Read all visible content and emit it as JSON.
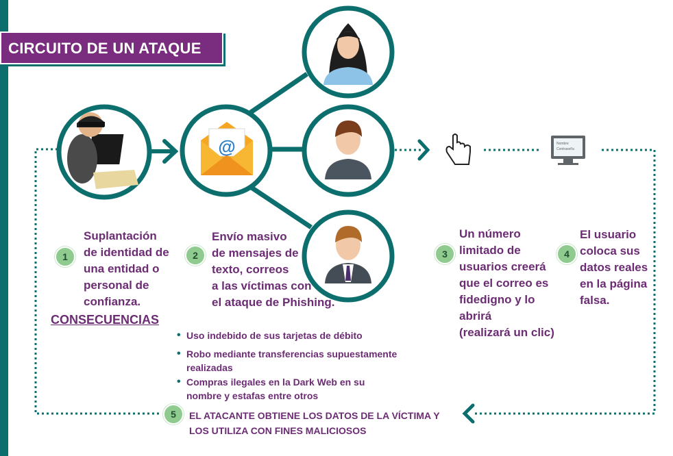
{
  "title": "CIRCUITO DE UN ATAQUE",
  "colors": {
    "teal": "#0d6e6e",
    "purple": "#7a2d7e",
    "text": "#6c2c74",
    "badge": "#8fca8f"
  },
  "icons": [
    "hacker-icon",
    "email-icon",
    "woman-icon",
    "man-icon",
    "businessman-icon",
    "pointer-hand-icon",
    "monitor-icon"
  ],
  "screen_text": [
    "Nombre",
    "Contraseña"
  ],
  "steps": [
    {
      "number": "1",
      "lines": [
        "Suplantación",
        "de identidad de",
        "una entidad o",
        "personal de",
        "confianza."
      ]
    },
    {
      "number": "2",
      "lines": [
        "Envío masivo",
        "de mensajes de",
        "texto, correos",
        "a las víctimas con",
        "el ataque de Phishing."
      ]
    },
    {
      "number": "3",
      "lines": [
        "Un número",
        "limitado de",
        "usuarios creerá",
        "que el correo es",
        "fidedigno y lo",
        "abrirá",
        "(realizará un clic)"
      ]
    },
    {
      "number": "4",
      "lines": [
        "El usuario",
        "coloca sus",
        "datos reales",
        "en la página",
        "falsa."
      ]
    }
  ],
  "consecuencias": {
    "title": "CONSECUENCIAS",
    "items": [
      [
        "Uso indebido de sus tarjetas de débito"
      ],
      [
        "Robo mediante transferencias supuestamente",
        "realizadas"
      ],
      [
        "Compras ilegales en la Dark Web en su",
        "nombre y estafas entre otros"
      ]
    ]
  },
  "final": {
    "number": "5",
    "lines": [
      "EL ATACANTE OBTIENE LOS DATOS DE LA VÍCTIMA Y",
      "LOS UTILIZA CON FINES MALICIOSOS"
    ]
  }
}
